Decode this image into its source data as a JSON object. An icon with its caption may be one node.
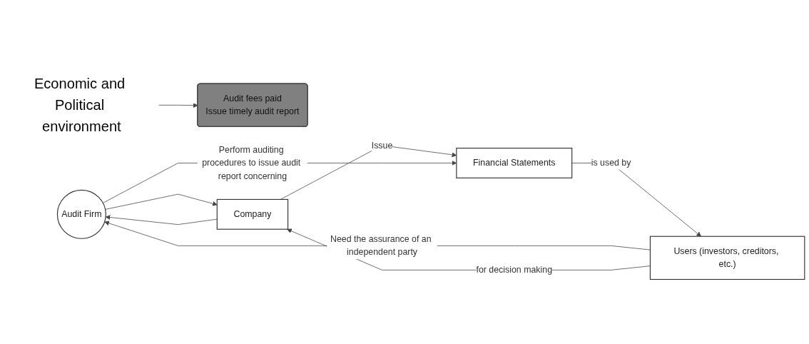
{
  "diagram": {
    "nodes": [
      {
        "text": [
          "Audit Firm"
        ]
      },
      {
        "text": [
          "Audit fees paid",
          "Issue timely audit report"
        ]
      },
      {
        "text": [
          "Company"
        ]
      },
      {
        "text": [
          "Users (investors, creditors, etc.)"
        ]
      },
      {
        "text": [
          "Financial Statements"
        ]
      },
      {
        "text": [
          "Economic and Political environment"
        ]
      }
    ],
    "edges": [
      {
        "from": 3,
        "to": 0,
        "arrow": "to",
        "label": "Need the assurance of an independent party"
      },
      {
        "from": 2,
        "to": 0,
        "arrow": "to"
      },
      {
        "from": 0,
        "to": 2,
        "arrow": "to"
      },
      {
        "from": 3,
        "to": 2,
        "arrow": "to",
        "label": "for decision making"
      },
      {
        "from": 2,
        "to": 4,
        "arrow": "to",
        "label": "Issue"
      },
      {
        "from": 4,
        "to": 3,
        "arrow": "to",
        "label": "is used by"
      },
      {
        "from": 0,
        "to": 4,
        "arrow": "to",
        "label": "Perform auditing procedures to issue audit report concerning"
      },
      {
        "from": 5,
        "to": 1,
        "arrow": "to"
      }
    ]
  }
}
